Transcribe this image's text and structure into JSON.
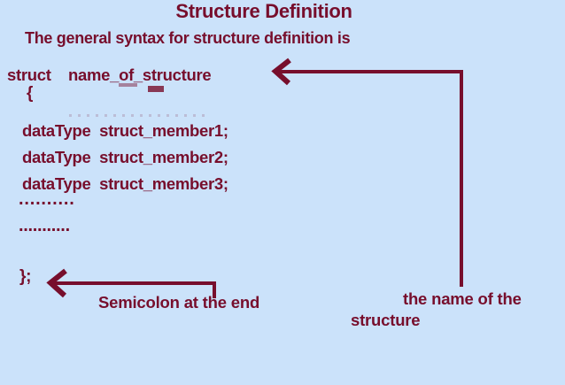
{
  "colors": {
    "background": "#CBE2FA",
    "accent": "#770E2C"
  },
  "title": "Structure Definition",
  "subtitle": "The general syntax for structure definition is",
  "code": {
    "declaration": "struct    name_of_structure",
    "open_brace": "{",
    "members": [
      "dataType  struct_member1;",
      "dataType  struct_member2;",
      "dataType  struct_member3;"
    ],
    "ellipsis_row1": "..........",
    "ellipsis_row2": "...........",
    "close_brace": "};"
  },
  "annotations": {
    "semicolon_label": "Semicolon at the end",
    "name_label_line1": "the name of the",
    "name_label_line2": "structure"
  }
}
